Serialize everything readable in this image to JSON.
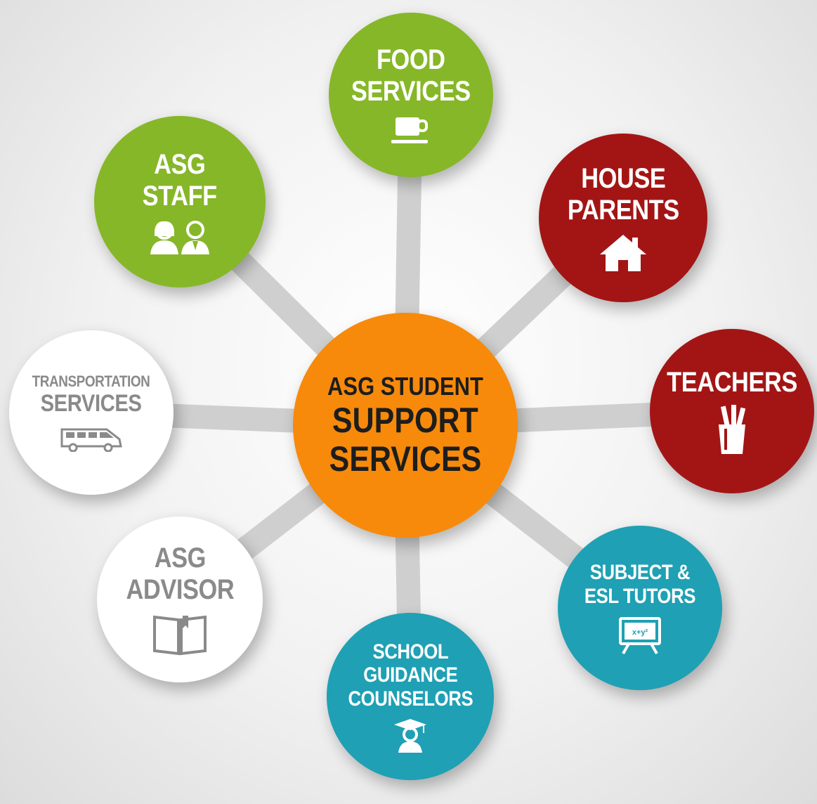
{
  "center": {
    "line1": "ASG STUDENT",
    "line2": "SUPPORT",
    "line3": "SERVICES"
  },
  "nodes": {
    "food": {
      "line1": "FOOD",
      "line2": "SERVICES",
      "icon": "coffee-cup-icon",
      "color": "#86b728"
    },
    "staff": {
      "line1": "ASG",
      "line2": "STAFF",
      "icon": "people-icon",
      "color": "#86b728"
    },
    "house": {
      "line1": "HOUSE",
      "line2": "PARENTS",
      "icon": "house-icon",
      "color": "#a31515"
    },
    "teachers": {
      "line1": "TEACHERS",
      "icon": "pencil-cup-icon",
      "color": "#a31515"
    },
    "transport": {
      "line1": "TRANSPORTATION",
      "line2": "SERVICES",
      "icon": "van-icon",
      "color": "#ffffff"
    },
    "advisor": {
      "line1": "ASG",
      "line2": "ADVISOR",
      "icon": "book-icon",
      "color": "#ffffff"
    },
    "tutors": {
      "line1": "SUBJECT &",
      "line2": "ESL TUTORS",
      "icon": "chalkboard-icon",
      "color": "#1fa0b4"
    },
    "guidance": {
      "line1": "SCHOOL",
      "line2": "GUIDANCE",
      "line3": "COUNSELORS",
      "icon": "graduate-icon",
      "color": "#1fa0b4"
    }
  },
  "icon_text": {
    "chalkboard": "x+y²"
  },
  "colors": {
    "center": "#f78a0b",
    "connector": "#cfcfcf"
  }
}
